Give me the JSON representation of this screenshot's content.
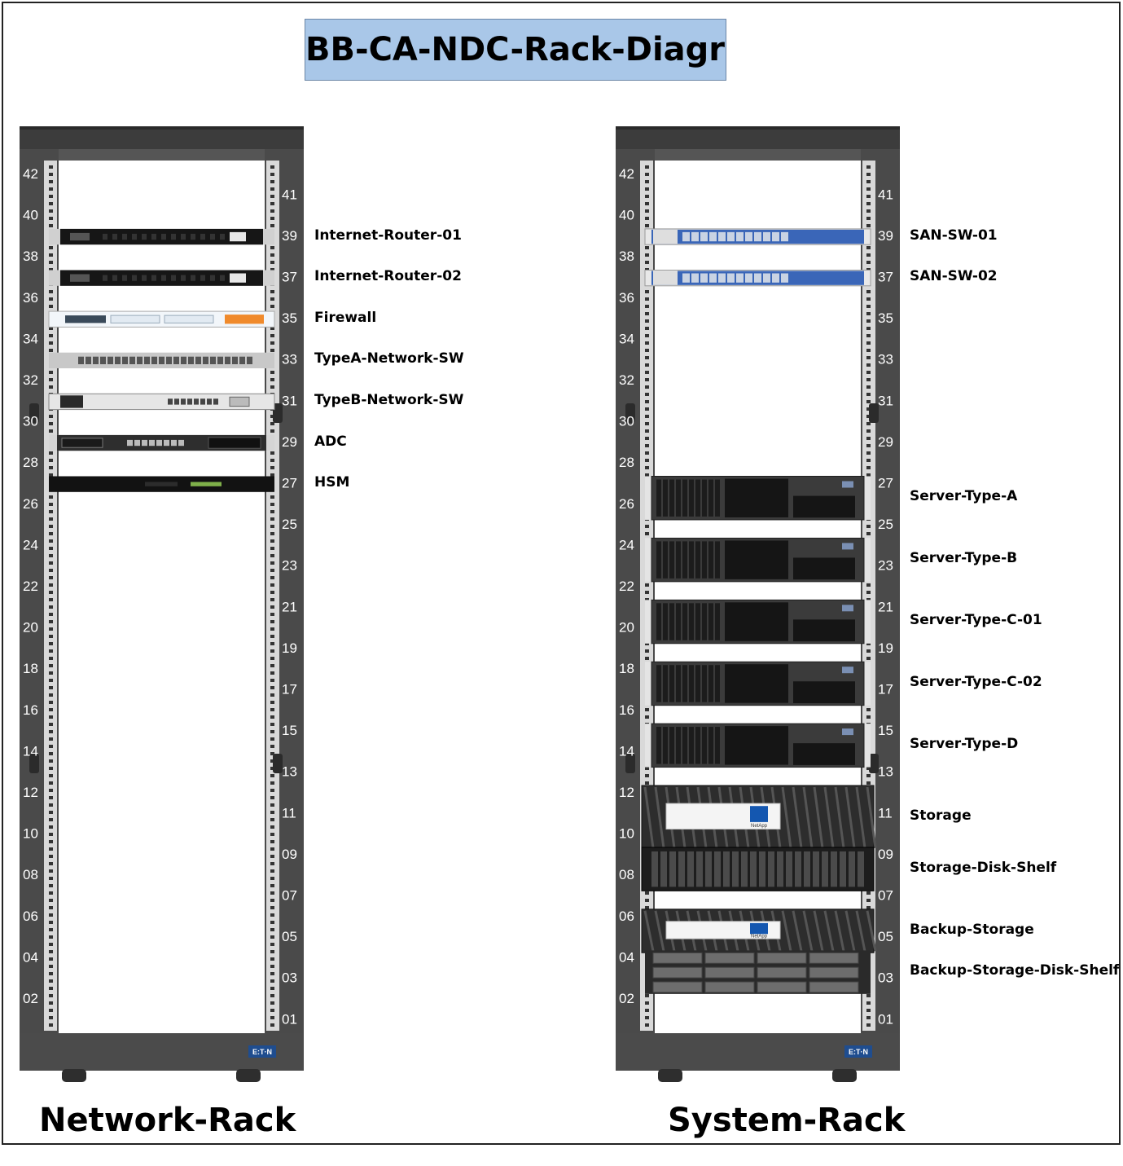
{
  "title": "BB-CA-NDC-Rack-Diagram",
  "racks": [
    {
      "name": "Network-Rack",
      "brand": "E:T·N",
      "left_units": [
        "42",
        "40",
        "38",
        "36",
        "34",
        "32",
        "30",
        "28",
        "26",
        "24",
        "22",
        "20",
        "18",
        "16",
        "14",
        "12",
        "10",
        "08",
        "06",
        "04",
        "02"
      ],
      "right_units": [
        "41",
        "39",
        "37",
        "35",
        "33",
        "31",
        "29",
        "27",
        "25",
        "23",
        "21",
        "19",
        "17",
        "15",
        "13",
        "11",
        "09",
        "07",
        "05",
        "03",
        "01"
      ],
      "devices": [
        {
          "label": "Internet-Router-01",
          "type": "router",
          "top_u": 39,
          "size_u": 1
        },
        {
          "label": "Internet-Router-02",
          "type": "router",
          "top_u": 37,
          "size_u": 1
        },
        {
          "label": "Firewall",
          "type": "firewall",
          "top_u": 35,
          "size_u": 1
        },
        {
          "label": "TypeA-Network-SW",
          "type": "switch-a",
          "top_u": 33,
          "size_u": 1
        },
        {
          "label": "TypeB-Network-SW",
          "type": "switch-b",
          "top_u": 31,
          "size_u": 1
        },
        {
          "label": "ADC",
          "type": "adc",
          "top_u": 29,
          "size_u": 1
        },
        {
          "label": "HSM",
          "type": "hsm",
          "top_u": 27,
          "size_u": 1
        }
      ]
    },
    {
      "name": "System-Rack",
      "brand": "E:T·N",
      "left_units": [
        "42",
        "40",
        "38",
        "36",
        "34",
        "32",
        "30",
        "28",
        "26",
        "24",
        "22",
        "20",
        "18",
        "16",
        "14",
        "12",
        "10",
        "08",
        "06",
        "04",
        "02"
      ],
      "right_units": [
        "41",
        "39",
        "37",
        "35",
        "33",
        "31",
        "29",
        "27",
        "25",
        "23",
        "21",
        "19",
        "17",
        "15",
        "13",
        "11",
        "09",
        "07",
        "05",
        "03",
        "01"
      ],
      "devices": [
        {
          "label": "SAN-SW-01",
          "type": "san",
          "top_u": 39,
          "size_u": 1
        },
        {
          "label": "SAN-SW-02",
          "type": "san",
          "top_u": 37,
          "size_u": 1
        },
        {
          "label": "Server-Type-A",
          "type": "server",
          "top_u": 27,
          "size_u": 2
        },
        {
          "label": "Server-Type-B",
          "type": "server",
          "top_u": 24,
          "size_u": 2
        },
        {
          "label": "Server-Type-C-01",
          "type": "server",
          "top_u": 21,
          "size_u": 2
        },
        {
          "label": "Server-Type-C-02",
          "type": "server",
          "top_u": 18,
          "size_u": 2
        },
        {
          "label": "Server-Type-D",
          "type": "server",
          "top_u": 15,
          "size_u": 2
        },
        {
          "label": "Storage",
          "type": "storage",
          "top_u": 12,
          "size_u": 3,
          "logo": "NetApp"
        },
        {
          "label": "Storage-Disk-Shelf",
          "type": "disk-shelf",
          "top_u": 9,
          "size_u": 2
        },
        {
          "label": "Backup-Storage",
          "type": "backup-storage",
          "top_u": 6,
          "size_u": 2,
          "logo": "NetApp"
        },
        {
          "label": "Backup-Storage-Disk-Shelf",
          "type": "backup-shelf",
          "top_u": 4,
          "size_u": 2
        }
      ]
    }
  ],
  "colors": {
    "rack_frame": "#4a4a4a",
    "title_bg": "#a9c7e8",
    "san_blue": "#3a66b8"
  }
}
